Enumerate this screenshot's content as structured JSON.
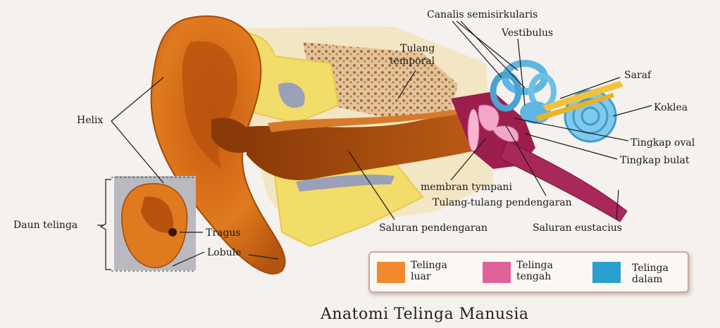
{
  "title": "Anatomi Telinga Manusia",
  "labels": {
    "canalis": "Canalis semisirkularis",
    "vestibulus": "Vestibulus",
    "tulang_temporal_1": "Tulang",
    "tulang_temporal_2": "temporal",
    "saraf": "Saraf",
    "koklea": "Koklea",
    "tingkap_oval": "Tingkap oval",
    "tingkap_bulat": "Tingkap bulat",
    "helix": "Helix",
    "daun_telinga": "Daun telinga",
    "tragus": "Tragus",
    "lobule": "Lobule",
    "membran_tympani": "membran tympani",
    "tulang_pendengaran": "Tulang-tulang pendengaran",
    "saluran_pendengaran": "Saluran pendengaran",
    "saluran_eustacius": "Saluran eustacius"
  },
  "legend": [
    {
      "line1": "Telinga",
      "line2": "luar",
      "color": "#f08a2c"
    },
    {
      "line1": "Telinga",
      "line2": "tengah",
      "color": "#e0609a"
    },
    {
      "line1": "Telinga",
      "line2": "dalam",
      "color": "#2a9fd0"
    }
  ],
  "colors": {
    "outer_ear": "#e07a1f",
    "middle_ear": "#9c1e4c",
    "inner_ear": "#5fb6e0",
    "bone": "#f2dc6a"
  }
}
